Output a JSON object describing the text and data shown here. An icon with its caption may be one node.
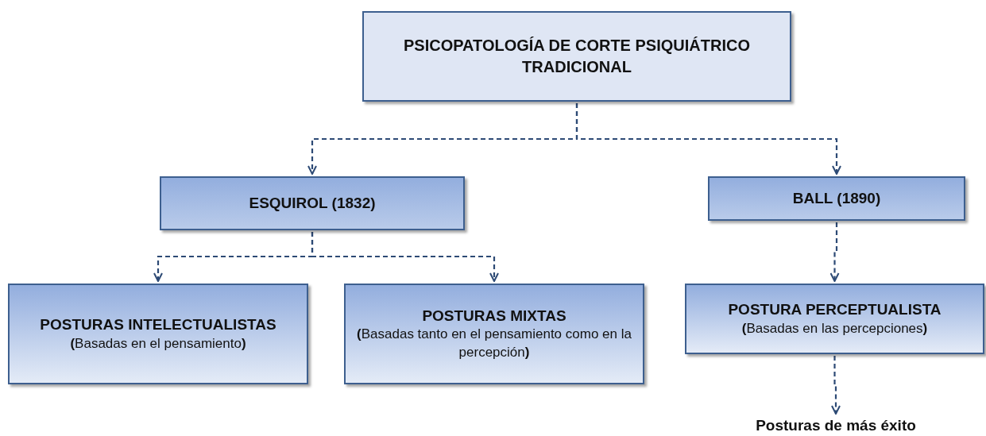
{
  "diagram": {
    "nodes": [
      {
        "text": [
          "PSICOPATOLOGÍA DE CORTE PSIQUIÁTRICO TRADICIONAL"
        ]
      },
      {
        "text": [
          "ESQUIROL (1832)"
        ]
      },
      {
        "text": [
          "BALL (1890)"
        ]
      },
      {
        "text": [
          "POSTURAS INTELECTUALISTAS",
          "**(**Basadas en el pensamiento**)**"
        ]
      },
      {
        "text": [
          "POSTURAS MIXTAS",
          "**(**Basadas tanto en el pensamiento como en la percepción**)**"
        ]
      },
      {
        "text": [
          "POSTURA PERCEPTUALISTA",
          "**(**Basadas en las percepciones**)**"
        ]
      },
      {
        "text": [
          "Posturas de más éxito"
        ]
      }
    ],
    "edges": [
      {
        "from": 0,
        "to": 1,
        "arrow": "to",
        "style": "dashed"
      },
      {
        "from": 0,
        "to": 2,
        "arrow": "to",
        "style": "dashed"
      },
      {
        "from": 1,
        "to": 3,
        "arrow": "to",
        "style": "dashed"
      },
      {
        "from": 1,
        "to": 4,
        "arrow": "to",
        "style": "dashed"
      },
      {
        "from": 2,
        "to": 5,
        "arrow": "to",
        "style": "dashed"
      },
      {
        "from": 5,
        "to": 6,
        "arrow": "to",
        "style": "dashed"
      }
    ]
  }
}
